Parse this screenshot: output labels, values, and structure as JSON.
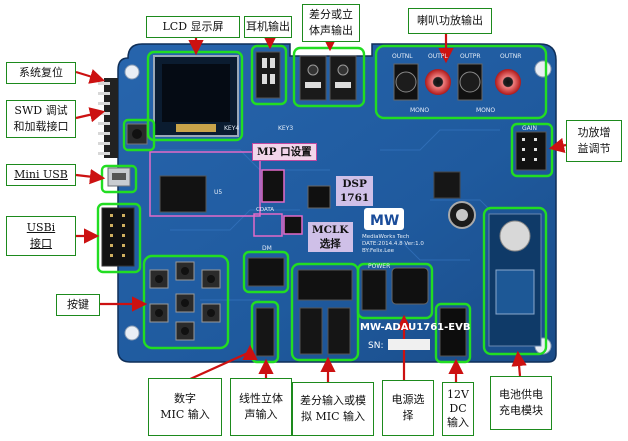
{
  "callouts": {
    "lcd": "LCD 显示屏",
    "headphone": "耳机输出",
    "diff_out_1": "差分或立",
    "diff_out_2": "体声输出",
    "speaker": "喇叭功放输出",
    "reset": "系统复位",
    "swd_1": "SWD 调试",
    "swd_2": "和加载接口",
    "mini_usb": "Mini USB",
    "usbi_1": "USBi",
    "usbi_2": "接口",
    "keys": "按键",
    "gain_1": "功放增",
    "gain_2": "益调节",
    "digital_mic_1": "数字",
    "digital_mic_2": "MIC 输入",
    "line_in_1": "线性立体",
    "line_in_2": "声输入",
    "diff_mic_1": "差分输入或模",
    "diff_mic_2": "拟 MIC 输入",
    "power_sel_1": "电源选",
    "power_sel_2": "择",
    "dc12_1": "12V",
    "dc12_2": "DC",
    "dc12_3": "输入",
    "battery_1": "电池供电",
    "battery_2": "充电模块"
  },
  "onboard": {
    "mp": "MP 口设置",
    "dsp_1": "DSP",
    "dsp_2": "1761",
    "mclk_1": "MCLK",
    "mclk_2": "选择"
  },
  "silkscreen": {
    "board_name": "MW-ADAU1761-EVB",
    "sn": "SN:",
    "logo": "MW",
    "maker": "MediaWorks Tech",
    "date": "DATE:2014.4.8  Ver:1.0",
    "by": "BY:Felix.Lee",
    "outnl": "OUTNL",
    "outpl": "OUTPL",
    "outpr": "OUTPR",
    "outnr": "OUTNR",
    "mono_l": "MONO",
    "mono_r": "MONO",
    "gain": "GAIN",
    "key4": "KEY4",
    "key3": "KEY3",
    "power": "POWER",
    "u5": "U5",
    "cdata": "CDATA",
    "dm": "DM"
  },
  "colors": {
    "pcb": "#1f5a9e",
    "pcb_dark": "#173f73",
    "callout_border": "#1d8a1d",
    "highlight": "#22dd22",
    "arrow": "#cc1111",
    "mp_highlight": "#e36ac8"
  }
}
